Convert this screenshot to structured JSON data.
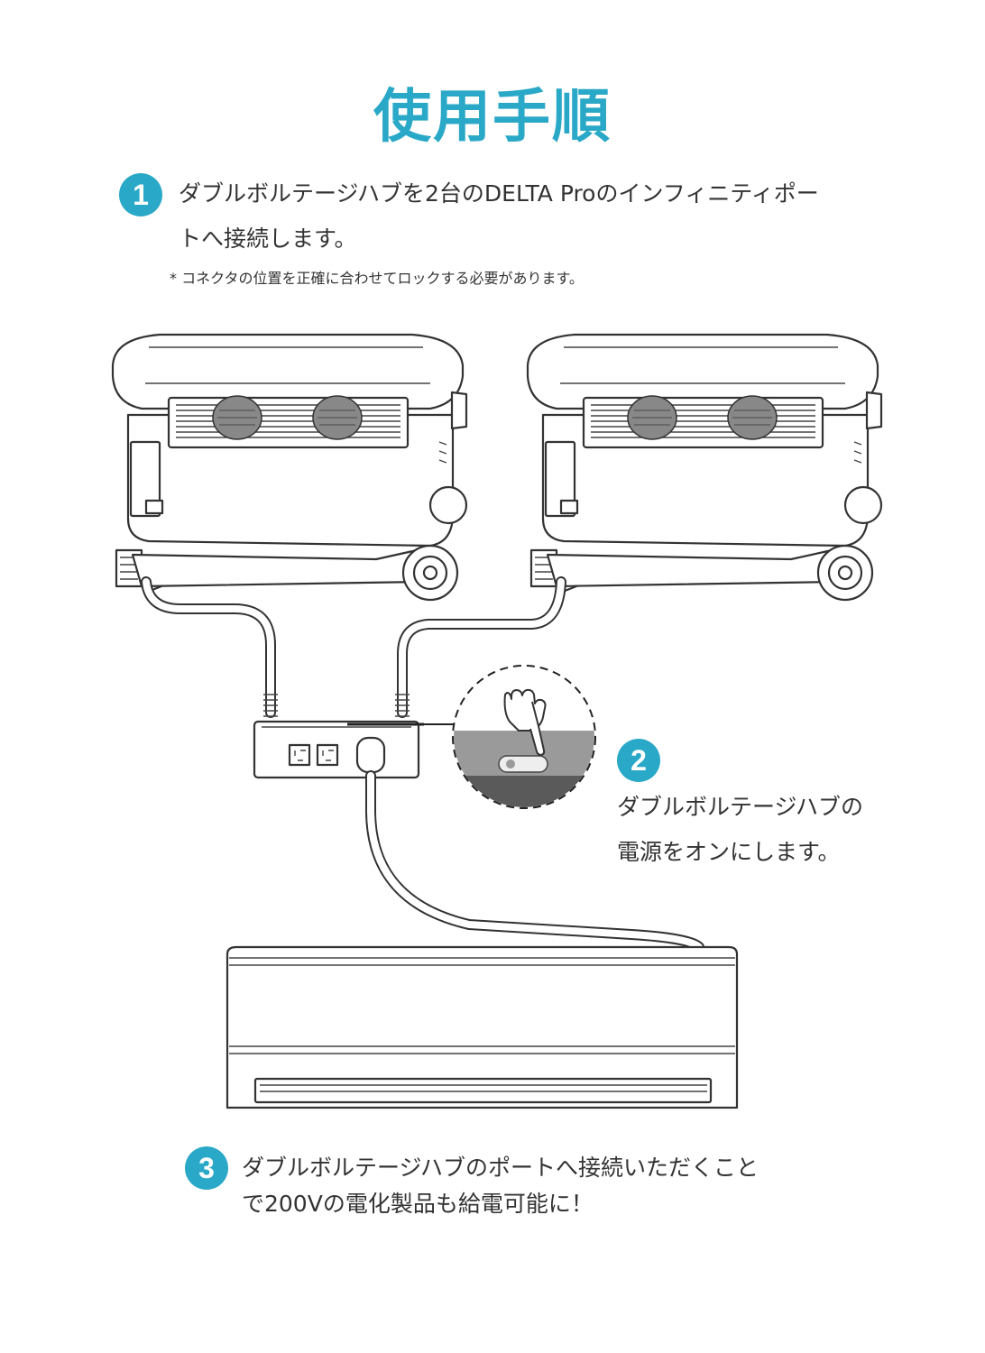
{
  "title": "使用手順",
  "colors": {
    "accent": "#2aa8c7",
    "line": "#333333"
  },
  "steps": [
    {
      "number": "1",
      "line1": "ダブルボルテージハブを2台のDELTA Proのインフィニティポー",
      "line2": "トへ接続します。",
      "note": "* コネクタの位置を正確に合わせてロックする必要があります。"
    },
    {
      "number": "2",
      "line1": "ダブルボルテージハブの",
      "line2": "電源をオンにします。"
    },
    {
      "number": "3",
      "line1": "ダブルボルテージハブのポートへ接続いただくこと",
      "line2": "で200Vの電化製品も給電可能に！"
    }
  ]
}
